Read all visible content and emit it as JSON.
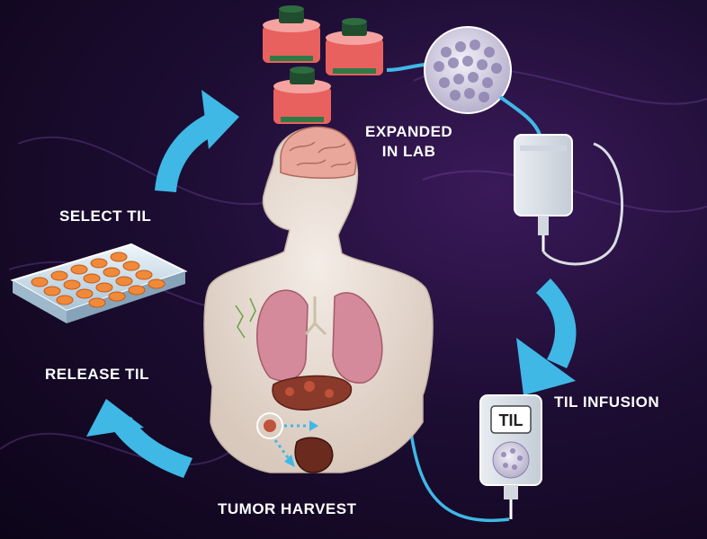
{
  "diagram": {
    "labels": {
      "select_til": "SELECT TIL",
      "expanded_line1": "EXPANDED",
      "expanded_line2": "IN LAB",
      "til_infusion": "TIL INFUSION",
      "release_til": "RELEASE TIL",
      "tumor_harvest": "TUMOR HARVEST",
      "bag_label": "TIL"
    },
    "colors": {
      "arrow": "#3fb8e6",
      "background": "#1d0d33",
      "canister": "#e8615e",
      "well": "#f08a3a"
    },
    "steps": [
      "TUMOR HARVEST",
      "RELEASE TIL",
      "SELECT TIL",
      "EXPANDED IN LAB",
      "TIL INFUSION"
    ]
  }
}
